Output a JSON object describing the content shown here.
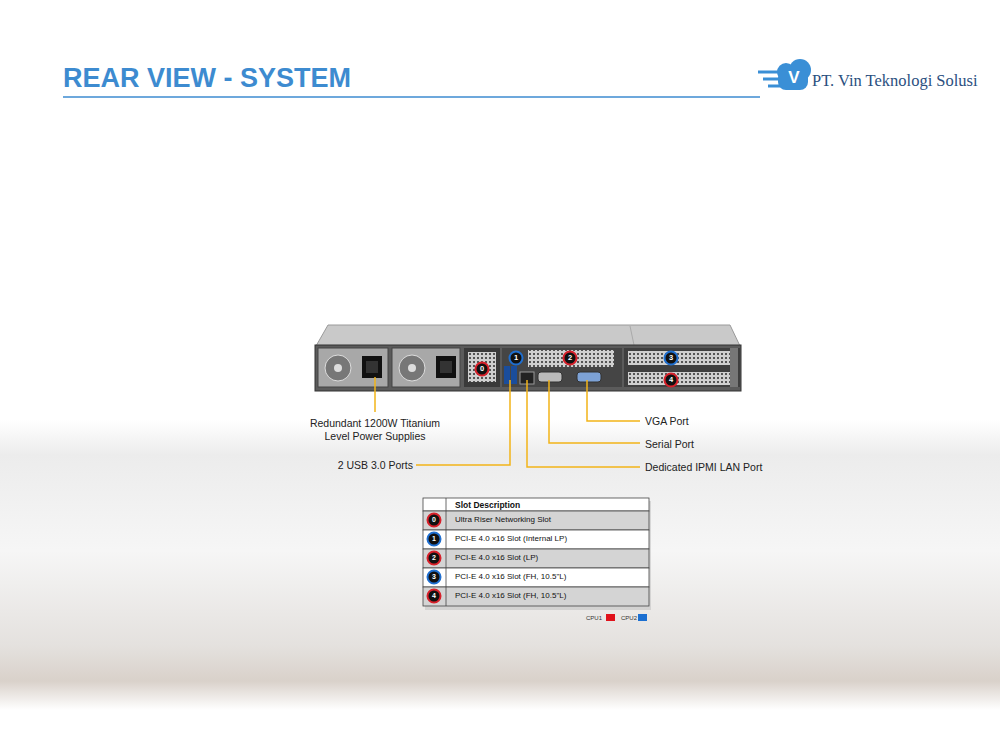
{
  "diagram": {
    "title": "REAR VIEW - SYSTEM",
    "labels": [
      "V",
      "PT. Vin Teknologi Solusi",
      "Redundant 1200W Titanium Level Power Supplies",
      "2 USB 3.0 Ports",
      "VGA Port",
      "Serial Port",
      "Dedicated IPMI LAN Port",
      "0",
      "1",
      "2",
      "3",
      "4",
      "Slot Description",
      "0",
      "Ultra Riser Networking Slot",
      "1",
      "PCI-E 4.0 x16 Slot (Internal LP)",
      "2",
      "PCI-E 4.0 x16 Slot (LP)",
      "3",
      "PCI-E 4.0 x16 Slot (FH, 10.5\"L)",
      "4",
      "PCI-E 4.0 x16 Slot (FH, 10.5\"L)"
    ],
    "legend": [
      {
        "text": "CPU1",
        "color": "#e0121b"
      },
      {
        "text": "CPU2",
        "color": "#1b6fd1"
      }
    ]
  }
}
